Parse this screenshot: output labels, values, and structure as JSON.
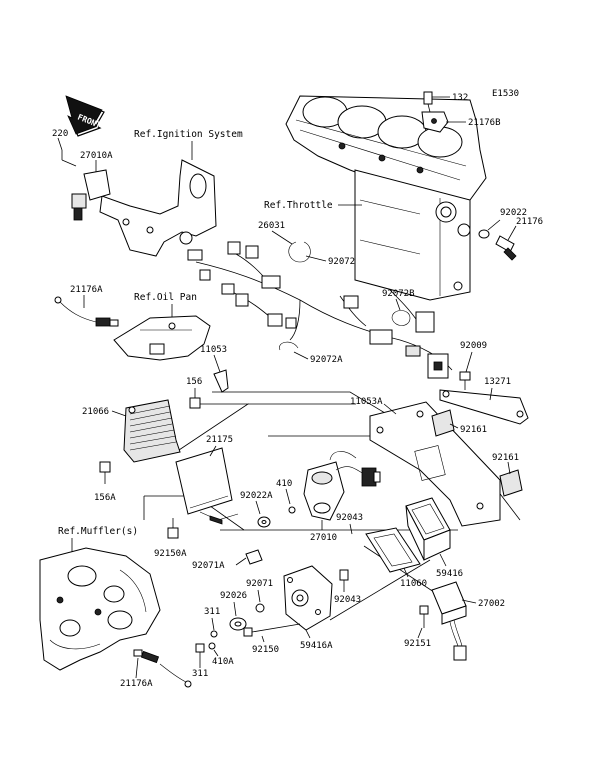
{
  "diagram": {
    "code": "E1530",
    "front_label": "FRONT",
    "refs": {
      "ignition": "Ref.Ignition System",
      "throttle": "Ref.Throttle",
      "oil_pan": "Ref.Oil Pan",
      "muffler": "Ref.Muffler(s)"
    },
    "parts": {
      "p132": "132",
      "p21176B": "21176B",
      "p220": "220",
      "p27010A": "27010A",
      "p92022": "92022",
      "p21176": "21176",
      "p26031": "26031",
      "p92072": "92072",
      "p92072B": "92072B",
      "p92072A": "92072A",
      "p21176A_top": "21176A",
      "p11053": "11053",
      "p92009": "92009",
      "p13271": "13271",
      "p156": "156",
      "p21066": "21066",
      "p11053A": "11053A",
      "p92161_a": "92161",
      "p92161_b": "92161",
      "p21175": "21175",
      "p156A": "156A",
      "p410": "410",
      "p92022A": "92022A",
      "p92043_a": "92043",
      "p27010": "27010",
      "p92150A": "92150A",
      "p92071A": "92071A",
      "p92071": "92071",
      "p92026": "92026",
      "p311_a": "311",
      "p11060": "11060",
      "p59416": "59416",
      "p92043_b": "92043",
      "p27002": "27002",
      "p92150": "92150",
      "p59416A": "59416A",
      "p410A": "410A",
      "p92151": "92151",
      "p311_b": "311",
      "p21176A_bot": "21176A"
    }
  }
}
